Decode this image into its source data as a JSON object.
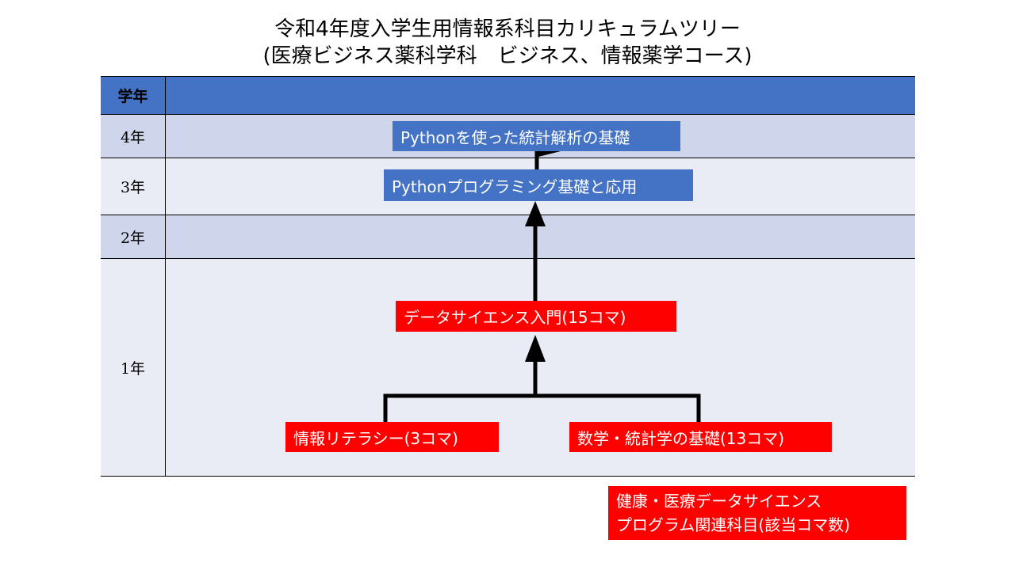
{
  "title": {
    "line1": "令和4年度入学生用情報系科目カリキュラムツリー",
    "line2": "(医療ビジネス薬科学科　ビジネス、情報薬学コース)"
  },
  "table": {
    "header_year": "学年",
    "rows": [
      "4年",
      "3年",
      "2年",
      "1年"
    ]
  },
  "courses": {
    "python_stats": "Pythonを使った統計解析の基礎",
    "python_prog": "Pythonプログラミング基礎と応用",
    "ds_intro": "データサイエンス入門(15コマ)",
    "info_literacy": "情報リテラシー(3コマ)",
    "math_stats": "数学・統計学の基礎(13コマ)"
  },
  "legend": {
    "line1": "健康・医療データサイエンス",
    "line2": "プログラム関連科目(該当コマ数)"
  },
  "colors": {
    "header_blue": "#4472c4",
    "row_dark": "#cfd5ea",
    "row_light": "#e9ebf5",
    "related_red": "#ff0000"
  }
}
